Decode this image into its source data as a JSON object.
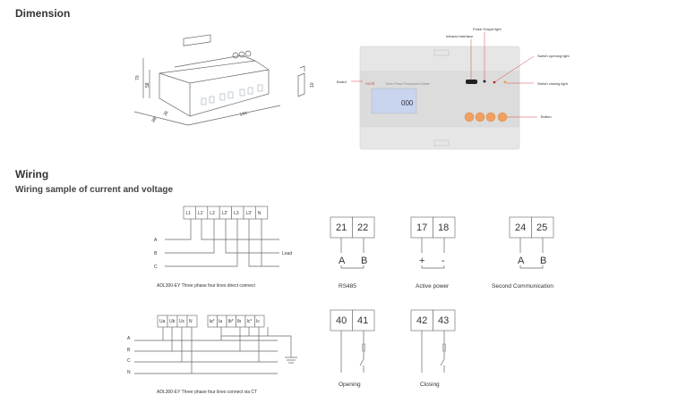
{
  "sections": {
    "dimension": "Dimension",
    "wiring": "Wiring",
    "wiring_sample": "Wiring sample of current and voltage"
  },
  "dimension_drawing": {
    "dims": [
      "70",
      "58",
      "35",
      "88",
      "144",
      "10"
    ]
  },
  "meter_photo": {
    "labels": {
      "infrared": "Infrared interface",
      "pulse": "Pulse Output light",
      "switch_opening": "Switch opening light",
      "switch_closing": "Switch closing light",
      "board": "Board",
      "button": "Button"
    },
    "brand": "Acrel",
    "model_text": "Three Phase Prepayment Meter",
    "display": "000",
    "accent": "#f0a060"
  },
  "direct_connect": {
    "terminals": [
      "L1",
      "L1'",
      "L2",
      "L2'",
      "L3",
      "L3'",
      "N"
    ],
    "phases": [
      "A",
      "B",
      "C"
    ],
    "load": "Load",
    "caption": "ADL300-EY Three phase four lines direct connect"
  },
  "ct_connect": {
    "voltage_terminals": [
      "Ua",
      "Ub",
      "Uc",
      "N"
    ],
    "current_terminals": [
      "Ia*",
      "Ia",
      "Ib*",
      "Ib",
      "Ic*",
      "Ic"
    ],
    "phases": [
      "A",
      "B",
      "C",
      "N"
    ],
    "caption": "ADL300-EY Three phase four lines connect via CT"
  },
  "terminal_blocks": [
    {
      "t1": "21",
      "t2": "22",
      "l1": "A",
      "l2": "B",
      "caption": "RS485"
    },
    {
      "t1": "17",
      "t2": "18",
      "l1": "+",
      "l2": "-",
      "caption": "Active power"
    },
    {
      "t1": "24",
      "t2": "25",
      "l1": "A",
      "l2": "B",
      "caption": "Second Communication"
    },
    {
      "t1": "40",
      "t2": "41",
      "caption": "Opening"
    },
    {
      "t1": "42",
      "t2": "43",
      "caption": "Closing"
    }
  ]
}
